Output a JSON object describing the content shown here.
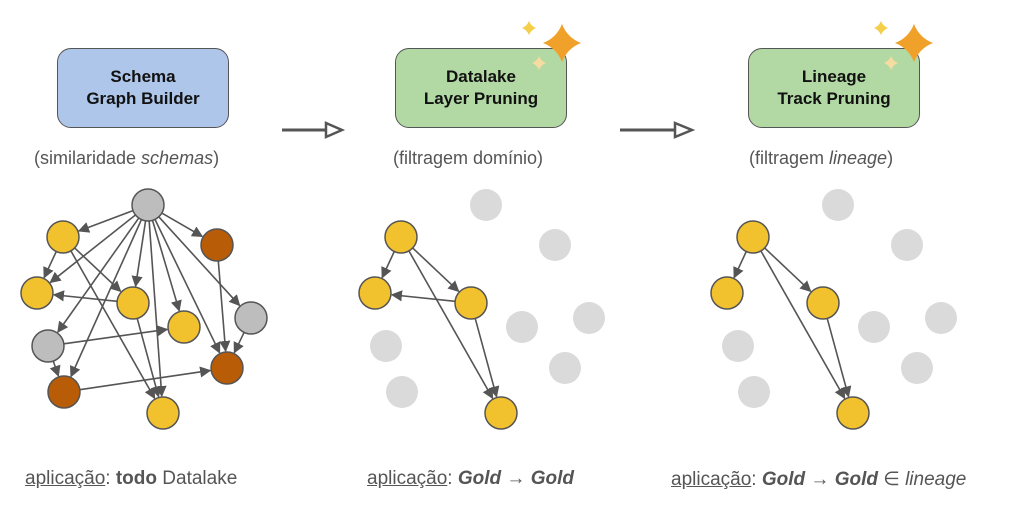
{
  "colors": {
    "box_blue": "#aec6ea",
    "box_green": "#b2d8a4",
    "node_yellow": "#f2c12e",
    "node_brown": "#b85c07",
    "node_gray": "#bdbdbd",
    "node_faded": "#dadada",
    "edge": "#555555",
    "sparkle_big": "#f0a12a",
    "sparkle_small": "#f3cf4a",
    "sparkle_faint": "#f5dca0"
  },
  "stages": [
    {
      "title_line1": "Schema",
      "title_line2": "Graph Builder",
      "subtitle_prefix": "(similaridade ",
      "subtitle_italic": "schemas",
      "subtitle_suffix": ")",
      "caption_label": "aplicação",
      "caption_sep": ": ",
      "caption_bold": "todo",
      "caption_rest": " Datalake",
      "has_sparkles": false
    },
    {
      "title_line1": "Datalake",
      "title_line2": "Layer Pruning",
      "subtitle_prefix": "(filtragem domínio)",
      "subtitle_italic": "",
      "subtitle_suffix": "",
      "caption_label": "aplicação",
      "caption_sep": ": ",
      "caption_from": "Gold",
      "caption_arrow": " → ",
      "caption_to": "Gold",
      "has_sparkles": true
    },
    {
      "title_line1": "Lineage",
      "title_line2": "Track Pruning",
      "subtitle_prefix": "(filtragem ",
      "subtitle_italic": "lineage",
      "subtitle_suffix": ")",
      "caption_label": "aplicação",
      "caption_sep": ": ",
      "caption_from": "Gold",
      "caption_arrow": " → ",
      "caption_to": "Gold",
      "caption_member": " ∈ ",
      "caption_italic": "lineage",
      "has_sparkles": true
    }
  ],
  "graphs": [
    {
      "name": "full-schema-graph",
      "nodes": [
        {
          "id": "g0",
          "type": "gray"
        },
        {
          "id": "y1",
          "type": "yellow"
        },
        {
          "id": "b1",
          "type": "brown"
        },
        {
          "id": "y2",
          "type": "yellow"
        },
        {
          "id": "y3",
          "type": "yellow"
        },
        {
          "id": "y4",
          "type": "yellow"
        },
        {
          "id": "g1",
          "type": "gray"
        },
        {
          "id": "g2",
          "type": "gray"
        },
        {
          "id": "b2",
          "type": "brown"
        },
        {
          "id": "b3",
          "type": "brown"
        },
        {
          "id": "y5",
          "type": "yellow"
        }
      ],
      "edges": [
        [
          "g0",
          "y1"
        ],
        [
          "g0",
          "b1"
        ],
        [
          "g0",
          "y2"
        ],
        [
          "g0",
          "y3"
        ],
        [
          "g0",
          "y4"
        ],
        [
          "g0",
          "g1"
        ],
        [
          "g0",
          "g2"
        ],
        [
          "g0",
          "b2"
        ],
        [
          "g0",
          "b3"
        ],
        [
          "g0",
          "y5"
        ],
        [
          "y1",
          "y2"
        ],
        [
          "y1",
          "y3"
        ],
        [
          "y1",
          "y5"
        ],
        [
          "y3",
          "y2"
        ],
        [
          "y3",
          "y5"
        ],
        [
          "b1",
          "b2"
        ],
        [
          "g1",
          "b2"
        ],
        [
          "g2",
          "y4"
        ],
        [
          "g2",
          "b3"
        ],
        [
          "b3",
          "b2"
        ]
      ]
    },
    {
      "name": "layer-pruned-graph",
      "nodes": [
        {
          "id": "y1",
          "type": "yellow"
        },
        {
          "id": "y2",
          "type": "yellow"
        },
        {
          "id": "y3",
          "type": "yellow"
        },
        {
          "id": "y5",
          "type": "yellow"
        },
        {
          "id": "g0",
          "type": "faded"
        },
        {
          "id": "b1",
          "type": "faded"
        },
        {
          "id": "g2",
          "type": "faded"
        },
        {
          "id": "b3",
          "type": "faded"
        },
        {
          "id": "y4",
          "type": "faded"
        },
        {
          "id": "g1",
          "type": "faded"
        },
        {
          "id": "b2",
          "type": "faded"
        }
      ],
      "edges": [
        [
          "y1",
          "y2"
        ],
        [
          "y1",
          "y3"
        ],
        [
          "y1",
          "y5"
        ],
        [
          "y3",
          "y2"
        ],
        [
          "y3",
          "y5"
        ]
      ]
    },
    {
      "name": "lineage-pruned-graph",
      "nodes": [
        {
          "id": "y1",
          "type": "yellow"
        },
        {
          "id": "y2",
          "type": "yellow"
        },
        {
          "id": "y3",
          "type": "yellow"
        },
        {
          "id": "y5",
          "type": "yellow"
        },
        {
          "id": "g0",
          "type": "faded"
        },
        {
          "id": "b1",
          "type": "faded"
        },
        {
          "id": "g2",
          "type": "faded"
        },
        {
          "id": "b3",
          "type": "faded"
        },
        {
          "id": "y4",
          "type": "faded"
        },
        {
          "id": "g1",
          "type": "faded"
        },
        {
          "id": "b2",
          "type": "faded"
        }
      ],
      "edges": [
        [
          "y1",
          "y2"
        ],
        [
          "y1",
          "y3"
        ],
        [
          "y1",
          "y5"
        ],
        [
          "y3",
          "y5"
        ]
      ]
    }
  ]
}
